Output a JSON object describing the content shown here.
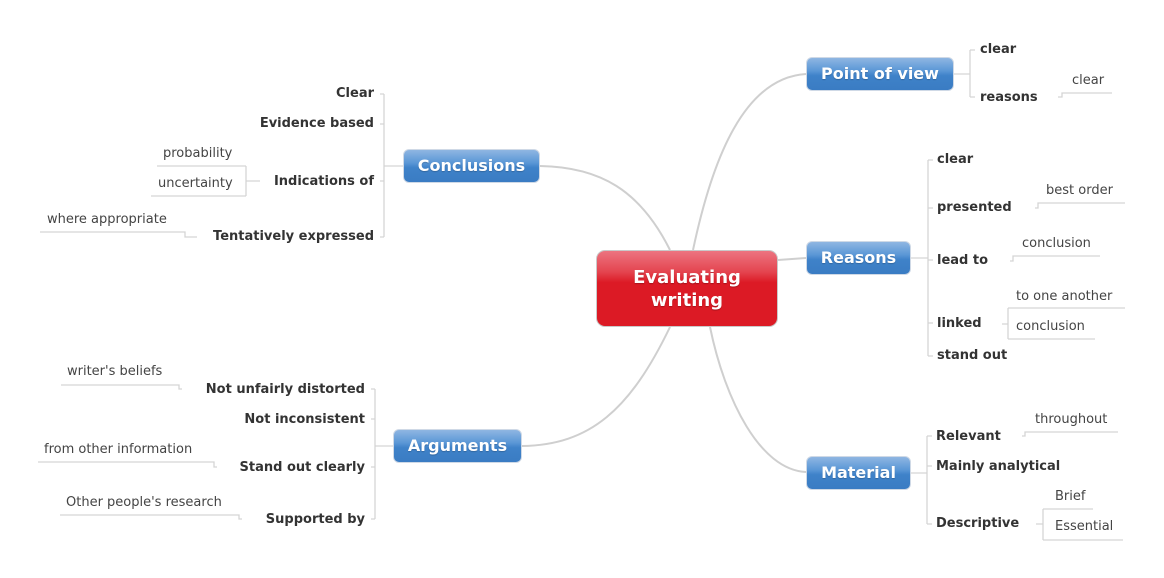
{
  "central": {
    "label_line1": "Evaluating",
    "label_line2": "writing"
  },
  "topics": {
    "point_of_view": {
      "label": "Point of view",
      "items": [
        {
          "label": "clear"
        },
        {
          "label": "reasons",
          "children": [
            "clear"
          ]
        }
      ]
    },
    "reasons": {
      "label": "Reasons",
      "items": [
        {
          "label": "clear"
        },
        {
          "label": "presented",
          "children": [
            "best order"
          ]
        },
        {
          "label": "lead to",
          "children": [
            "conclusion"
          ]
        },
        {
          "label": "linked",
          "children": [
            "to one another",
            "conclusion"
          ]
        },
        {
          "label": "stand out"
        }
      ]
    },
    "material": {
      "label": "Material",
      "items": [
        {
          "label": "Relevant",
          "children": [
            "throughout"
          ]
        },
        {
          "label": "Mainly analytical"
        },
        {
          "label": "Descriptive",
          "children": [
            "Brief",
            "Essential"
          ]
        }
      ]
    },
    "conclusions": {
      "label": "Conclusions",
      "items": [
        {
          "label": "Clear"
        },
        {
          "label": "Evidence based"
        },
        {
          "label": "Indications of",
          "children": [
            "probability",
            "uncertainty"
          ]
        },
        {
          "label": "Tentatively expressed",
          "children": [
            "where appropriate"
          ]
        }
      ]
    },
    "arguments": {
      "label": "Arguments",
      "items": [
        {
          "label": "Not unfairly distorted",
          "children": [
            "writer's beliefs"
          ]
        },
        {
          "label": "Not inconsistent"
        },
        {
          "label": "Stand out clearly",
          "children": [
            "from other information"
          ]
        },
        {
          "label": "Supported by",
          "children": [
            "Other people's research"
          ]
        }
      ]
    }
  },
  "colors": {
    "central": "#dc1a25",
    "topic": "#4a8ad0",
    "connector": "#cccccc",
    "subtopic_text": "#333333"
  }
}
